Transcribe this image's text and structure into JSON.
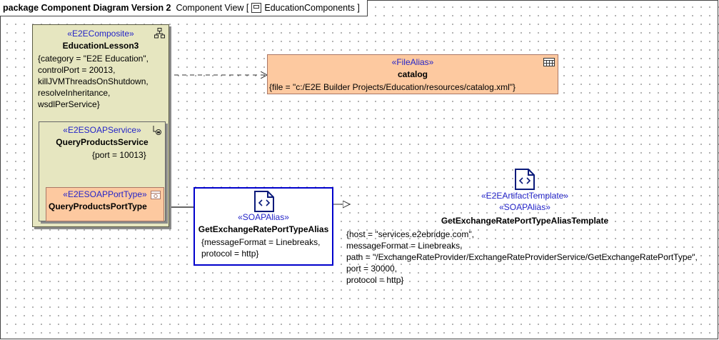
{
  "diagram": {
    "header": {
      "kind": "package",
      "title": "Component Diagram Version 2",
      "view": "Component View [",
      "element": "EducationComponents",
      "close": "]"
    },
    "elements": {
      "composite": {
        "stereotype": "«E2EComposite»",
        "name": "EducationLesson3",
        "tagged_values": "{category = \"E2E Education\",\ncontrolPort = 20013,\nkillJVMThreadsOnShutdown,\nresolveInheritance,\nwsdlPerService}"
      },
      "soap_service": {
        "stereotype": "«E2ESOAPService»",
        "name": "QueryProductsService",
        "tagged_values": "{port = 10013}"
      },
      "port_type": {
        "stereotype": "«E2ESOAPPortType»",
        "name": "QueryProductsPortType"
      },
      "catalog": {
        "stereotype": "«FileAlias»",
        "name": "catalog",
        "tagged_values": "{file = \"c:/E2E Builder Projects/Education/resources/catalog.xml\"}"
      },
      "alias": {
        "stereotype": "«SOAPAlias»",
        "name": "GetExchangeRatePortTypeAlias",
        "tagged_values": "{messageFormat = Linebreaks,\nprotocol = http}"
      },
      "template": {
        "stereotype1": "«E2EArtifactTemplate»",
        "stereotype2": "«SOAPAlias»",
        "name": "GetExchangeRatePortTypeAliasTemplate",
        "tagged_values": "{host = \"services.e2ebridge.com\",\nmessageFormat = Linebreaks,\npath = \"/ExchangeRateProvider/ExchangeRateProviderService/GetExchangeRatePortType\",\nport = 30000,\nprotocol = http}"
      }
    },
    "colors": {
      "composite_fill": "#e6e6c0",
      "component_fill": "#fdc9a0",
      "stereotype_text": "#2424c8",
      "selection_border": "#0000cc"
    }
  }
}
